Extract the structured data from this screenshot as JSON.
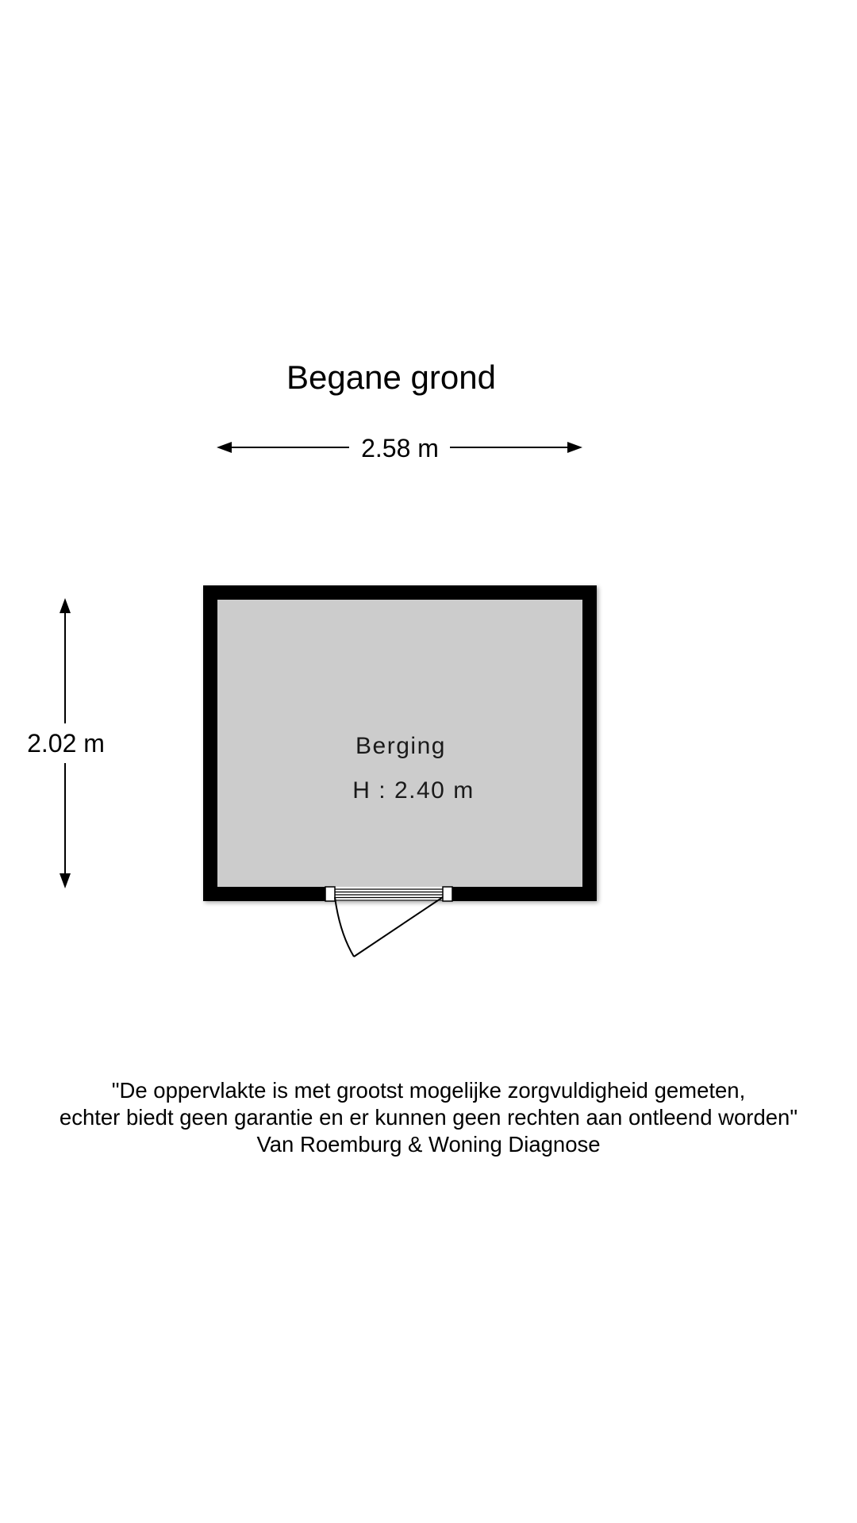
{
  "floor": {
    "title": "Begane grond"
  },
  "dimensions": {
    "width_label": "2.58 m",
    "height_label": "2.02 m"
  },
  "room": {
    "name": "Berging",
    "ceiling_height": "H : 2.40 m"
  },
  "colors": {
    "wall": "#000000",
    "floor_fill": "#cccccc",
    "background": "#ffffff"
  },
  "disclaimer": {
    "line1": "\"De oppervlakte is met grootst mogelijke zorgvuldigheid gemeten,",
    "line2": "echter biedt geen garantie en er kunnen geen rechten aan ontleend worden\"",
    "line3": "Van Roemburg & Woning Diagnose"
  }
}
